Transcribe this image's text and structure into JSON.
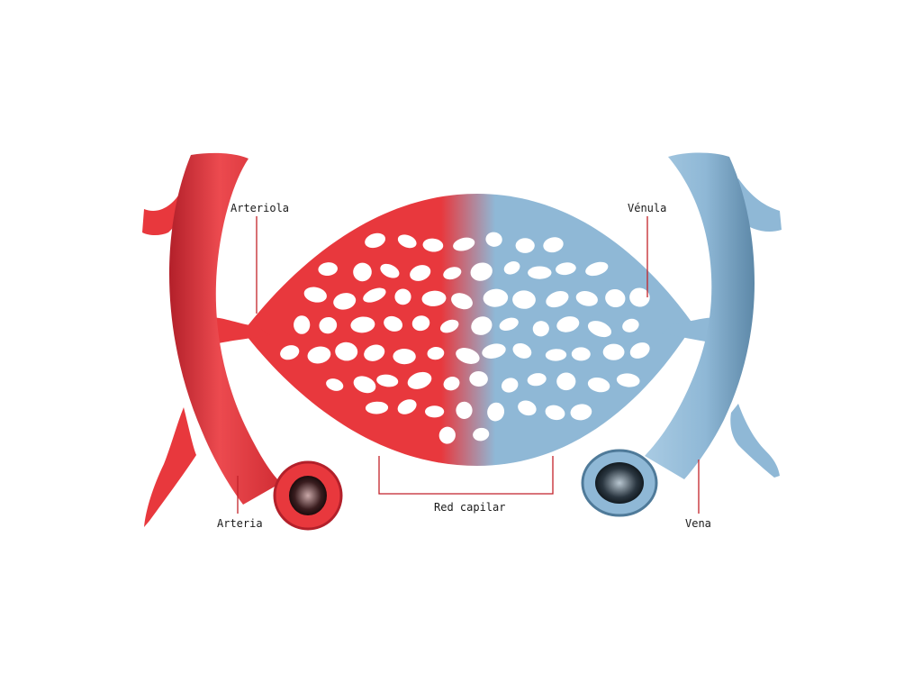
{
  "labels": {
    "arteriola": "Arteriola",
    "venula": "Vénula",
    "arteria": "Arteria",
    "vena": "Vena",
    "red_capilar": "Red capilar"
  },
  "colors": {
    "artery": "#e8383d",
    "artery_dark": "#b3202a",
    "vein": "#8fb8d6",
    "vein_dark": "#4f7a99",
    "leader": "#c2222a",
    "background": "#ffffff"
  }
}
